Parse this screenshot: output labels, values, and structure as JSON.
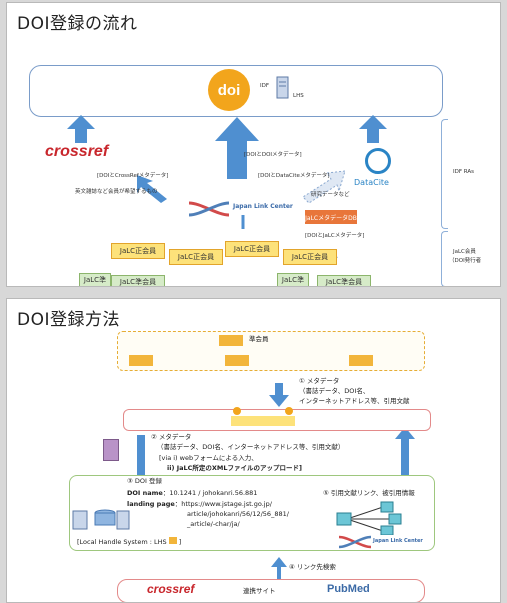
{
  "slide1": {
    "title": "DOI登録の流れ",
    "idf_label": "IDF",
    "lhs_label": "LHS",
    "doi_logo": "doi",
    "crossref_logo": "crossref",
    "datacite_logo": "DataCite",
    "jalc_center_label": "Japan Link Center",
    "arrow_crossref_label": "[DOIとCrossRefメタデータ]",
    "arrow_idf_label": "[DOIとDOIメタデータ]",
    "arrow_datacite_label": "[DOIとDataCiteメタデータ]",
    "english_journals_note": "英文雑誌など会員が希望するもの",
    "research_data_note": "研究データなど",
    "jalc_metadata_db": "JaLCメタデータDB",
    "doi_jalc_metadata": "[DOIとJaLCメタデータ]",
    "seikaiin": "JaLC正会員",
    "junkaiin": "JaLC準会員",
    "junkaiin_short": "JaLC準",
    "idf_ras": "IDF RAs",
    "jalc_members": "JaLC会員",
    "doi_issuers": "（DOI発行者"
  },
  "slide2": {
    "title": "DOI登録方法",
    "junkaiin": "準会員",
    "step1": "① メタデータ",
    "step1_detail_1": "（書誌データ、DOI名、",
    "step1_detail_2": "インターネットアドレス等、引用文献",
    "step2": "② メタデータ",
    "step2_detail": "（書誌データ、DOI名、インターネットアドレス等、引用文献）",
    "step2_via1": "[via i) webフォームによる入力、",
    "step2_via2": "ii) JaLC所定のXMLファイルのアップロード]",
    "step3": "③ DOI 登録",
    "doi_name_label": "DOI name",
    "doi_name_value": "：10.1241 / johokanri.56.881",
    "landing_label": "landing page",
    "landing_1": "：https://www.jstage.jst.go.jp/",
    "landing_2": "article/johokanri/56/12/56_881/",
    "landing_3": "_article/-char/ja/",
    "lhs_note": "[Local Handle System : LHS",
    "lhs_note_end": "]",
    "step5": "⑤ 引用文献リンク、被引用情報",
    "step4": "④ リンク先検索",
    "crossref_logo": "crossref",
    "partner_sites": "連携サイト",
    "pubmed_logo": "PubMed",
    "jalc_center_label": "Japan Link Center"
  },
  "colors": {
    "blue_arrow": "#4f8fd0",
    "box_border": "#7a9cc9",
    "yellow": "#fde27a",
    "green": "#d6ebc8",
    "red_border": "#e38a8a",
    "crossref_red": "#c8262c",
    "datacite_blue": "#2a84c5"
  }
}
